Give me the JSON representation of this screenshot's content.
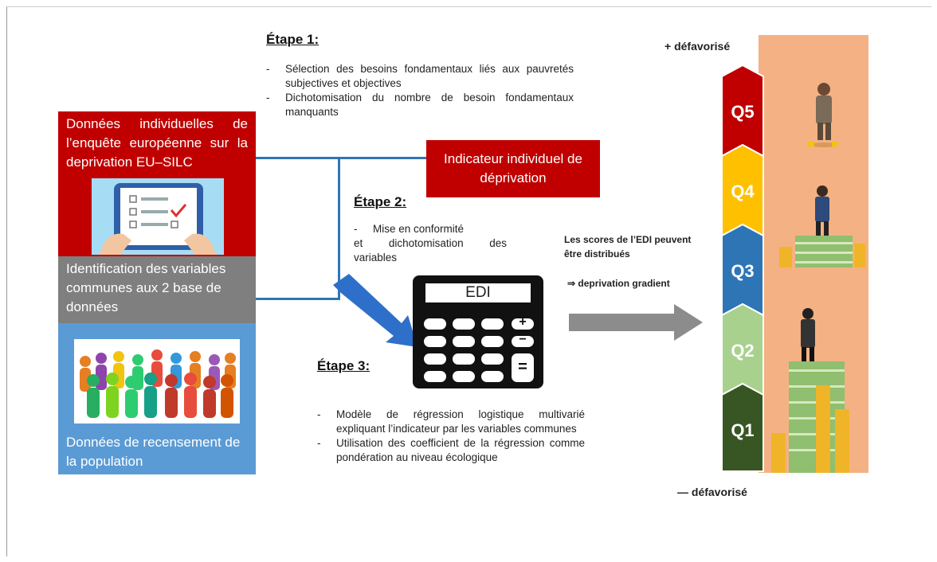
{
  "left": {
    "red_box_text": "Données individuelles de l’enquête européenne sur la deprivation EU–SILC",
    "grey_box_text": "Identification des variables communes aux 2 base de données",
    "blue_box_text": "Données de recensement de la population"
  },
  "step1": {
    "title": "Étape 1:",
    "bullets": [
      "Sélection des besoins fondamentaux liés aux pauvretés subjectives  et objectives",
      "Dichotomisation du nombre de besoin fondamentaux manquants"
    ]
  },
  "indicator_box": "Indicateur individuel de déprivation",
  "step2": {
    "title": "Étape 2:",
    "bullet_line1": "Mise en conformité",
    "bullet_line2": "et dichotomisation des variables"
  },
  "calculator": {
    "screen": "EDI",
    "plus": "+",
    "minus": "−",
    "equals": "="
  },
  "step3": {
    "title": "Étape 3:",
    "bullets": [
      "Modèle de régression logistique multivarié expliquant l’indicateur par les variables communes",
      "Utilisation des coefficient de la régression comme pondération au niveau écologique"
    ]
  },
  "scores": {
    "line1": "Les scores de l’EDI peuvent",
    "line2": "être distribués",
    "gradient": "⇒ deprivation gradient"
  },
  "scale": {
    "top_label": "+ défavorisé",
    "bottom_label": "— défavorisé",
    "quintiles": [
      {
        "label": "Q5",
        "color": "#c00000"
      },
      {
        "label": "Q4",
        "color": "#ffc000"
      },
      {
        "label": "Q3",
        "color": "#2e75b6"
      },
      {
        "label": "Q2",
        "color": "#a9d18e"
      },
      {
        "label": "Q1",
        "color": "#375623"
      }
    ]
  },
  "colors": {
    "red": "#c00000",
    "grey": "#7f7f7f",
    "blue": "#5b9bd5",
    "line_blue": "#2e75b6",
    "arrow_grey": "#8c8c8c",
    "peach_panel": "#f4b183"
  }
}
